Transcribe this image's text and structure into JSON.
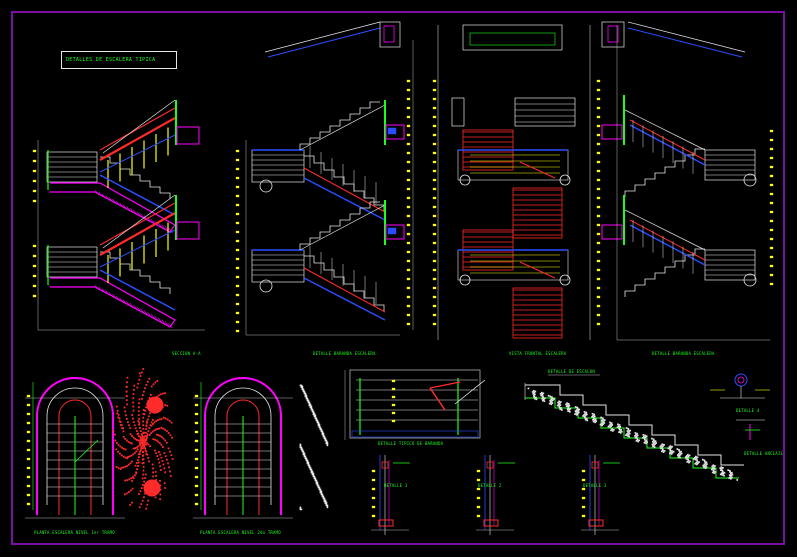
{
  "drawing": {
    "title": "DETALLES DE ESCALERA TIPICA",
    "colors": {
      "background": "#000000",
      "frame": "#7a0fa3",
      "label_green": "#1aff1a",
      "dimension_yellow": "#ffff00",
      "railing_red": "#ff2a2a",
      "structure_blue": "#2b4dff",
      "magenta": "#ff00ff",
      "white_line": "#e6e6e6",
      "cyan": "#00e5ff"
    }
  },
  "views": [
    {
      "id": "corte-a-a",
      "caption": "SECCION A-A"
    },
    {
      "id": "corte-b-b",
      "caption": "DETALLE BARANDA ESCALERA"
    },
    {
      "id": "corte-c-c",
      "caption": "VISTA FRONTAL ESCALERA"
    },
    {
      "id": "corte-d-d",
      "caption": "DETALLE BARANDA ESCALERA"
    }
  ],
  "plans": [
    {
      "id": "planta-1",
      "caption": "PLANTA ESCALERA NIVEL 1er TRAMO"
    },
    {
      "id": "planta-2",
      "caption": "PLANTA ESCALERA NIVEL 2do TRAMO"
    }
  ],
  "details": [
    {
      "id": "det-baranda",
      "caption": "DETALLE TIPICO DE BARANDA"
    },
    {
      "id": "det-escalon",
      "caption": "DETALLE DE ESCALON"
    },
    {
      "id": "det-1",
      "caption": "DETALLE 1"
    },
    {
      "id": "det-2",
      "caption": "DETALLE 2"
    },
    {
      "id": "det-3",
      "caption": "DETALLE 3"
    },
    {
      "id": "det-4",
      "caption": "DETALLE 4"
    },
    {
      "id": "det-anclaje",
      "caption": "DETALLE ANCLAJE"
    }
  ]
}
